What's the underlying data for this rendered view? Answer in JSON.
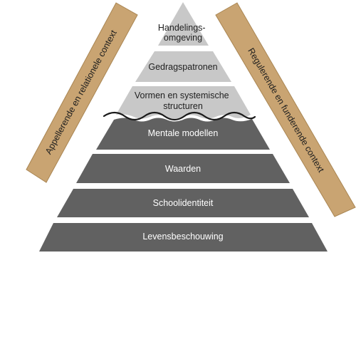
{
  "side_bars": {
    "left_label": "Appellerende en relationele context",
    "right_label": "Regulerende en funderende context"
  },
  "pyramid": {
    "upper_tiers": [
      {
        "lines": [
          "Handelings-",
          "omgeving"
        ]
      },
      {
        "lines": [
          "Gedragspatronen"
        ]
      },
      {
        "lines": [
          "Vormen en systemische",
          "structuren"
        ]
      }
    ],
    "lower_tiers": [
      {
        "label": "Mentale modellen"
      },
      {
        "label": "Waarden"
      },
      {
        "label": "Schoolidentiteit"
      },
      {
        "label": "Levensbeschouwing"
      }
    ]
  },
  "colors": {
    "upper_tier": "#c8c8c8",
    "lower_tier": "#616161",
    "side_bar": "#c9a472",
    "side_bar_stroke": "#a98552",
    "wave": "#1a1a1a"
  }
}
